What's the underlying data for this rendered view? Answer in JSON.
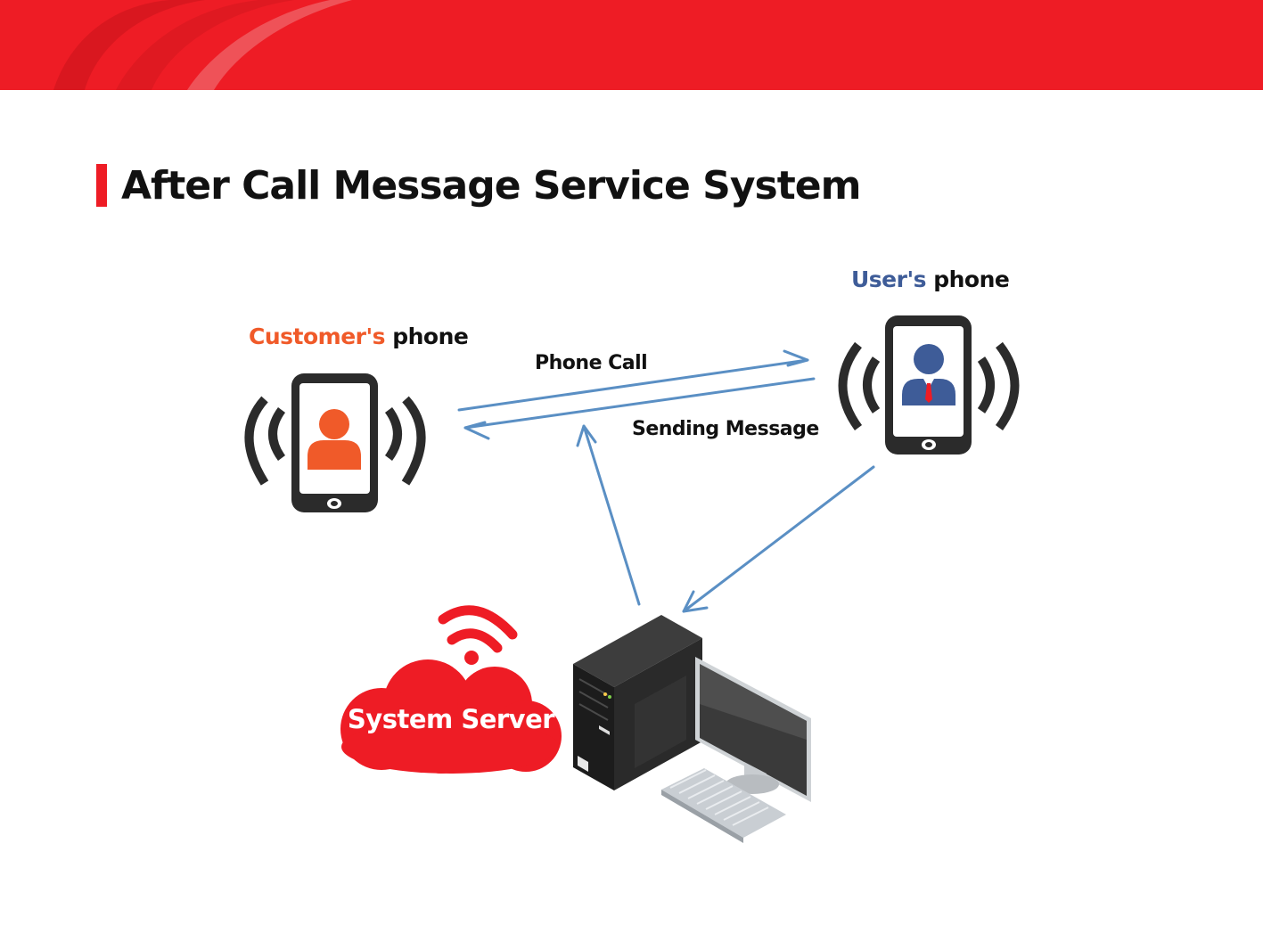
{
  "title": "After Call Message Service System",
  "customer_phone": {
    "accent": "Customer's",
    "suffix": " phone"
  },
  "user_phone": {
    "accent": "User's",
    "suffix": " phone"
  },
  "arrows": {
    "phone_call": "Phone Call",
    "sending_message": "Sending Message"
  },
  "server": {
    "label": "System Server"
  },
  "icons": [
    "customer-phone-icon",
    "user-phone-icon",
    "wifi-icon",
    "cloud-icon",
    "computer-tower-icon",
    "monitor-icon",
    "keyboard-icon"
  ],
  "colors": {
    "brand_red": "#ee1c25",
    "customer_orange": "#f05a29",
    "user_blue": "#3e5c98",
    "arrow_blue": "#5a8fc4",
    "phone_dark": "#2b2b2b"
  }
}
